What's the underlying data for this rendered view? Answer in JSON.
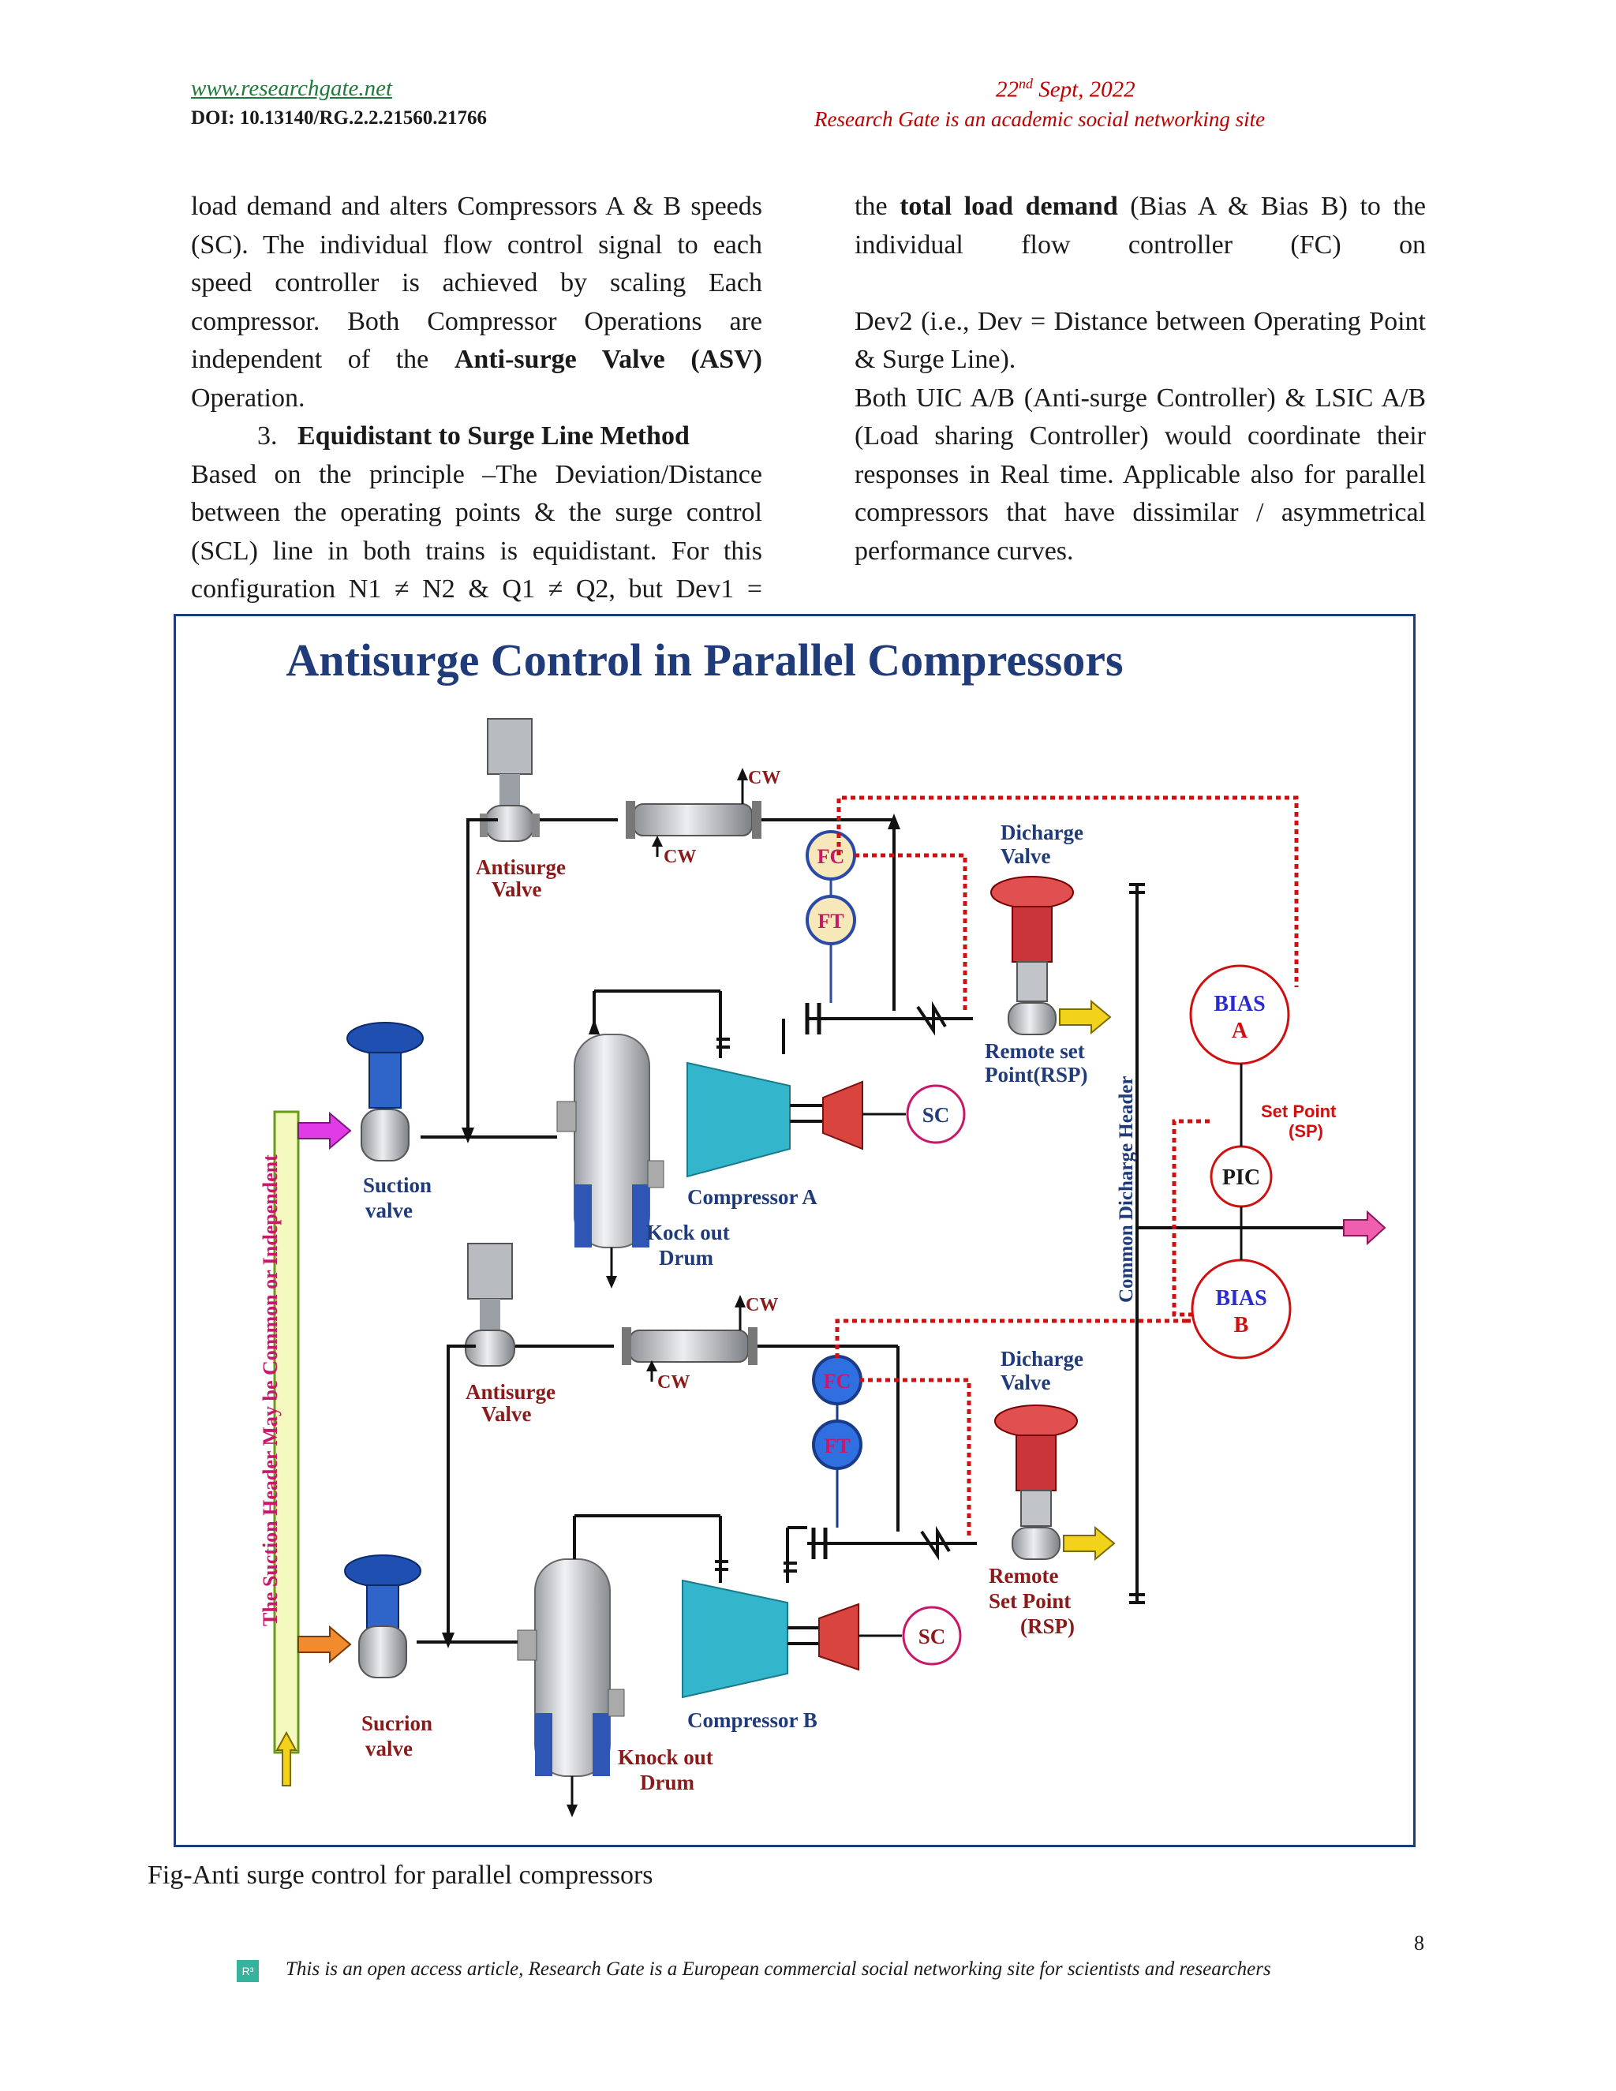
{
  "header": {
    "site": "www.researchgate.net",
    "doi_label": "DOI",
    "doi_value": ": 10.13140/RG.2.2.21560.21766",
    "date_day": "22",
    "date_sup": "nd",
    "date_rest": " Sept, 2022",
    "subtitle": "Research Gate is an academic social networking site"
  },
  "left_column": {
    "para1": "load demand and alters Compressors A & B speeds (SC). The individual flow control signal to each speed controller is achieved by scaling Each compressor. Both Compressor Operations are independent of the ",
    "para1_bold": "Anti-surge Valve (ASV)",
    "para1_end": " Operation.",
    "section_num": "3.",
    "section_title": "Equidistant to Surge Line Method",
    "para2": "Based on the principle –The Deviation/Distance between the operating points & the surge control (SCL) line in both trains is equidistant.  For this configuration N1 ≠ N2 & Q1 ≠ Q2, but Dev1 ="
  },
  "right_column": {
    "para1_start": "the ",
    "para1_bold": "total load demand",
    "para1_end": " (Bias A & Bias B) to the individual flow controller (FC) on",
    "para2": "Dev2 (i.e., Dev = Distance between Operating Point & Surge Line).",
    "para3": "Both UIC A/B (Anti-surge Controller) & LSIC A/B (Load sharing Controller) would coordinate their responses in Real time. Applicable also for parallel compressors that have dissimilar / asymmetrical performance curves."
  },
  "figure": {
    "title": "Antisurge Control in Parallel Compressors",
    "cw_a_top": "CW",
    "cw_a_bottom": "CW",
    "cw_b_top": "CW",
    "cw_b_bottom": "CW",
    "antisurge_a_1": "Antisurge",
    "antisurge_a_2": "Valve",
    "antisurge_b_1": "Antisurge",
    "antisurge_b_2": "Valve",
    "fc_label": "FC",
    "ft_label": "FT",
    "discharge_a_1": "Dicharge",
    "discharge_a_2": "Valve",
    "discharge_b_1": "Dicharge",
    "discharge_b_2": "Valve",
    "rsp_a_1": "Remote set",
    "rsp_a_2": "Point(RSP)",
    "rsp_b_1": "Remote",
    "rsp_b_2": "Set Point",
    "rsp_b_3": "(RSP)",
    "sc_label": "SC",
    "compressor_a": "Compressor A",
    "compressor_b": "Compressor B",
    "suction_a_1": "Suction",
    "suction_a_2": "valve",
    "suction_b_1": "Sucrion",
    "suction_b_2": "valve",
    "drum_a_1": "Kock out",
    "drum_a_2": "Drum",
    "drum_b_1": "Knock out",
    "drum_b_2": "Drum",
    "bias_a_1": "BIAS",
    "bias_a_2": "A",
    "bias_b_1": "BIAS",
    "bias_b_2": "B",
    "pic_label": "PIC",
    "setpoint_1": "Set Point",
    "setpoint_2": "(SP)",
    "common_header": "Common Dicharge Header",
    "suction_header": "The Suction Header May be Common or Independent"
  },
  "caption": "Fig-Anti surge control for parallel compressors",
  "page_number": "8",
  "footer": {
    "logo": "R³",
    "text": "This is an open access article, Research Gate is a European commercial social networking site for scientists and researchers"
  },
  "colors": {
    "title_blue": "#1f3b7a",
    "label_red": "#8b1a1a",
    "dotted_red": "#d01010",
    "compressor_cyan": "#33b6cc",
    "header_green": "#6a9a1a",
    "header_fill": "#f4f9c0"
  }
}
